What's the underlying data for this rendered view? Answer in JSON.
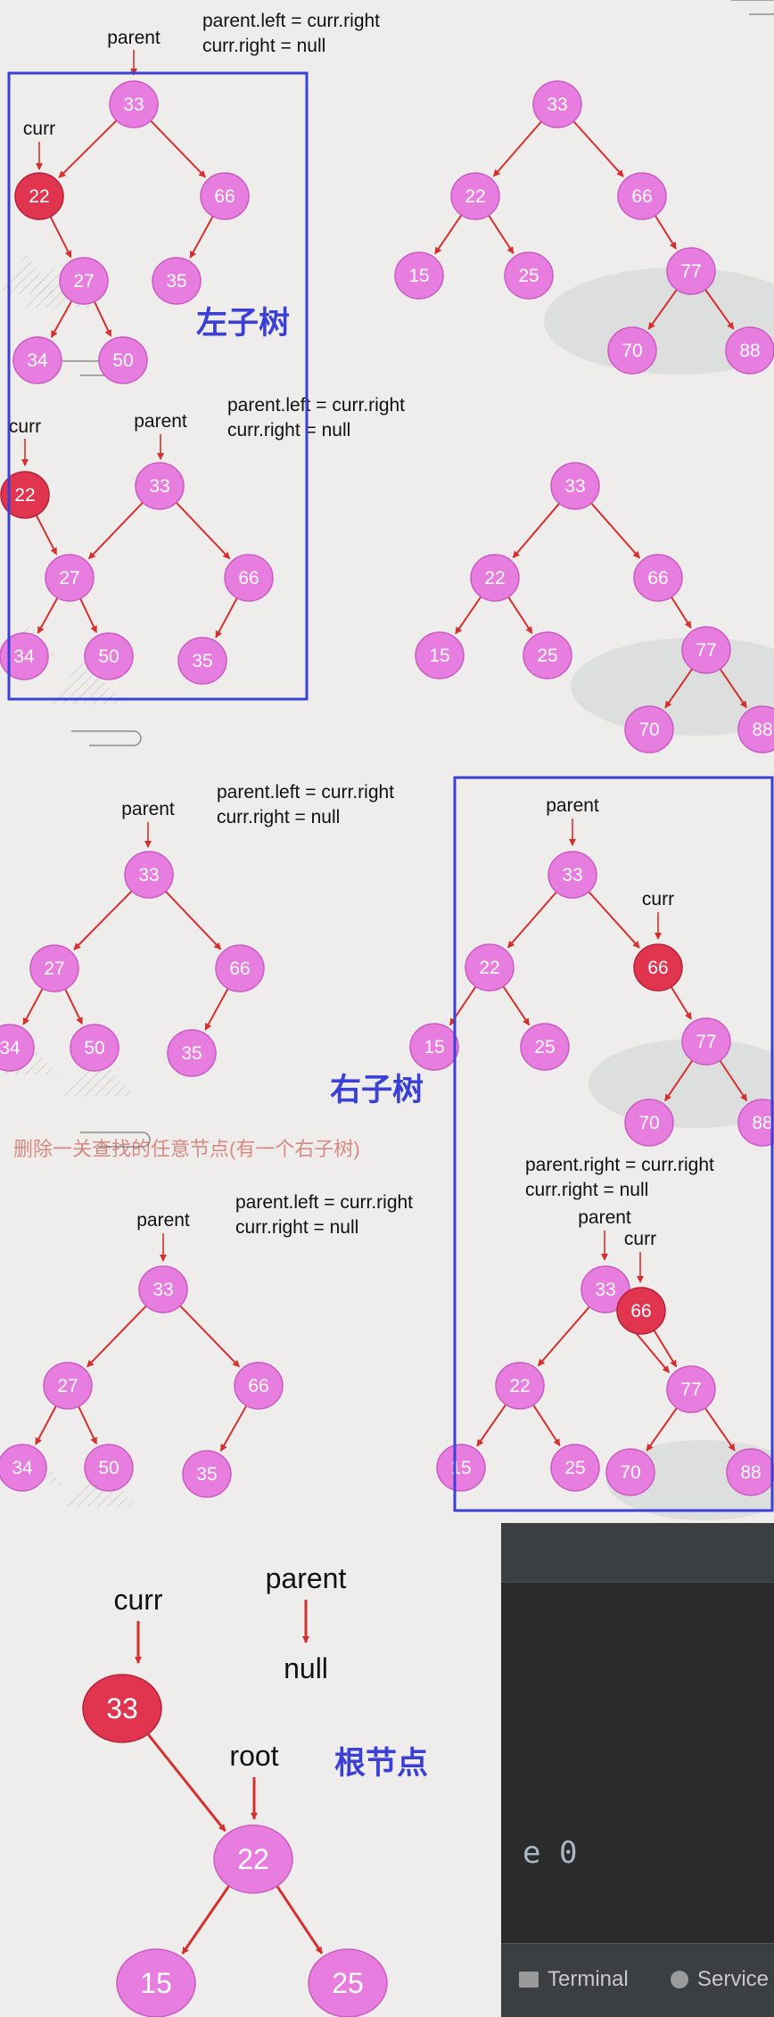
{
  "labels": {
    "left_subtree": "左子树",
    "right_subtree": "右子树",
    "root_node": "根节点",
    "parent": "parent",
    "curr": "curr",
    "root": "root",
    "null": "null",
    "code_left": [
      "parent.left = curr.right",
      "curr.right = null"
    ],
    "code_right": [
      "parent.right = curr.right",
      "curr.right = null"
    ],
    "partial_caption": "删除一关查找的任意节点(有一个右子树)"
  },
  "colors": {
    "node": "#e87de0",
    "node_border": "#c95cc0",
    "highlight": "#e0344f",
    "edge": "#d62f2f",
    "frame": "#3a3fd6",
    "caption_blue": "#3a3fd6"
  },
  "diagrams": [
    {
      "id": "d1",
      "nodes": [
        {
          "v": "33"
        },
        {
          "v": "22",
          "hl": true
        },
        {
          "v": "66"
        },
        {
          "v": "27"
        },
        {
          "v": "35"
        },
        {
          "v": "34"
        },
        {
          "v": "50"
        }
      ]
    },
    {
      "id": "d2",
      "nodes": [
        {
          "v": "33"
        },
        {
          "v": "22"
        },
        {
          "v": "66"
        },
        {
          "v": "15"
        },
        {
          "v": "25"
        },
        {
          "v": "77"
        },
        {
          "v": "70"
        },
        {
          "v": "88"
        }
      ]
    },
    {
      "id": "d3",
      "nodes": [
        {
          "v": "22",
          "hl": true
        },
        {
          "v": "33"
        },
        {
          "v": "27"
        },
        {
          "v": "66"
        },
        {
          "v": "34"
        },
        {
          "v": "50"
        },
        {
          "v": "35"
        }
      ]
    },
    {
      "id": "d4",
      "nodes": [
        {
          "v": "33"
        },
        {
          "v": "22"
        },
        {
          "v": "66"
        },
        {
          "v": "15"
        },
        {
          "v": "25"
        },
        {
          "v": "77"
        },
        {
          "v": "70"
        },
        {
          "v": "88"
        }
      ]
    },
    {
      "id": "d5",
      "nodes": [
        {
          "v": "33"
        },
        {
          "v": "27"
        },
        {
          "v": "66"
        },
        {
          "v": "34"
        },
        {
          "v": "50"
        },
        {
          "v": "35"
        }
      ]
    },
    {
      "id": "d6",
      "nodes": [
        {
          "v": "33"
        },
        {
          "v": "22"
        },
        {
          "v": "66",
          "hl": true
        },
        {
          "v": "15"
        },
        {
          "v": "25"
        },
        {
          "v": "77"
        },
        {
          "v": "70"
        },
        {
          "v": "88"
        }
      ]
    },
    {
      "id": "d7",
      "nodes": [
        {
          "v": "33"
        },
        {
          "v": "27"
        },
        {
          "v": "66"
        },
        {
          "v": "34"
        },
        {
          "v": "50"
        },
        {
          "v": "35"
        }
      ]
    },
    {
      "id": "d8",
      "nodes": [
        {
          "v": "33"
        },
        {
          "v": "66",
          "hl": true
        },
        {
          "v": "22"
        },
        {
          "v": "77"
        },
        {
          "v": "15"
        },
        {
          "v": "25"
        },
        {
          "v": "70"
        },
        {
          "v": "88"
        }
      ]
    },
    {
      "id": "d9",
      "nodes": [
        {
          "v": "33",
          "hl": true
        },
        {
          "v": "22"
        },
        {
          "v": "15"
        },
        {
          "v": "25"
        }
      ]
    }
  ],
  "ide": {
    "fragment": "e 0",
    "tabs": [
      "Terminal",
      "Service"
    ]
  }
}
